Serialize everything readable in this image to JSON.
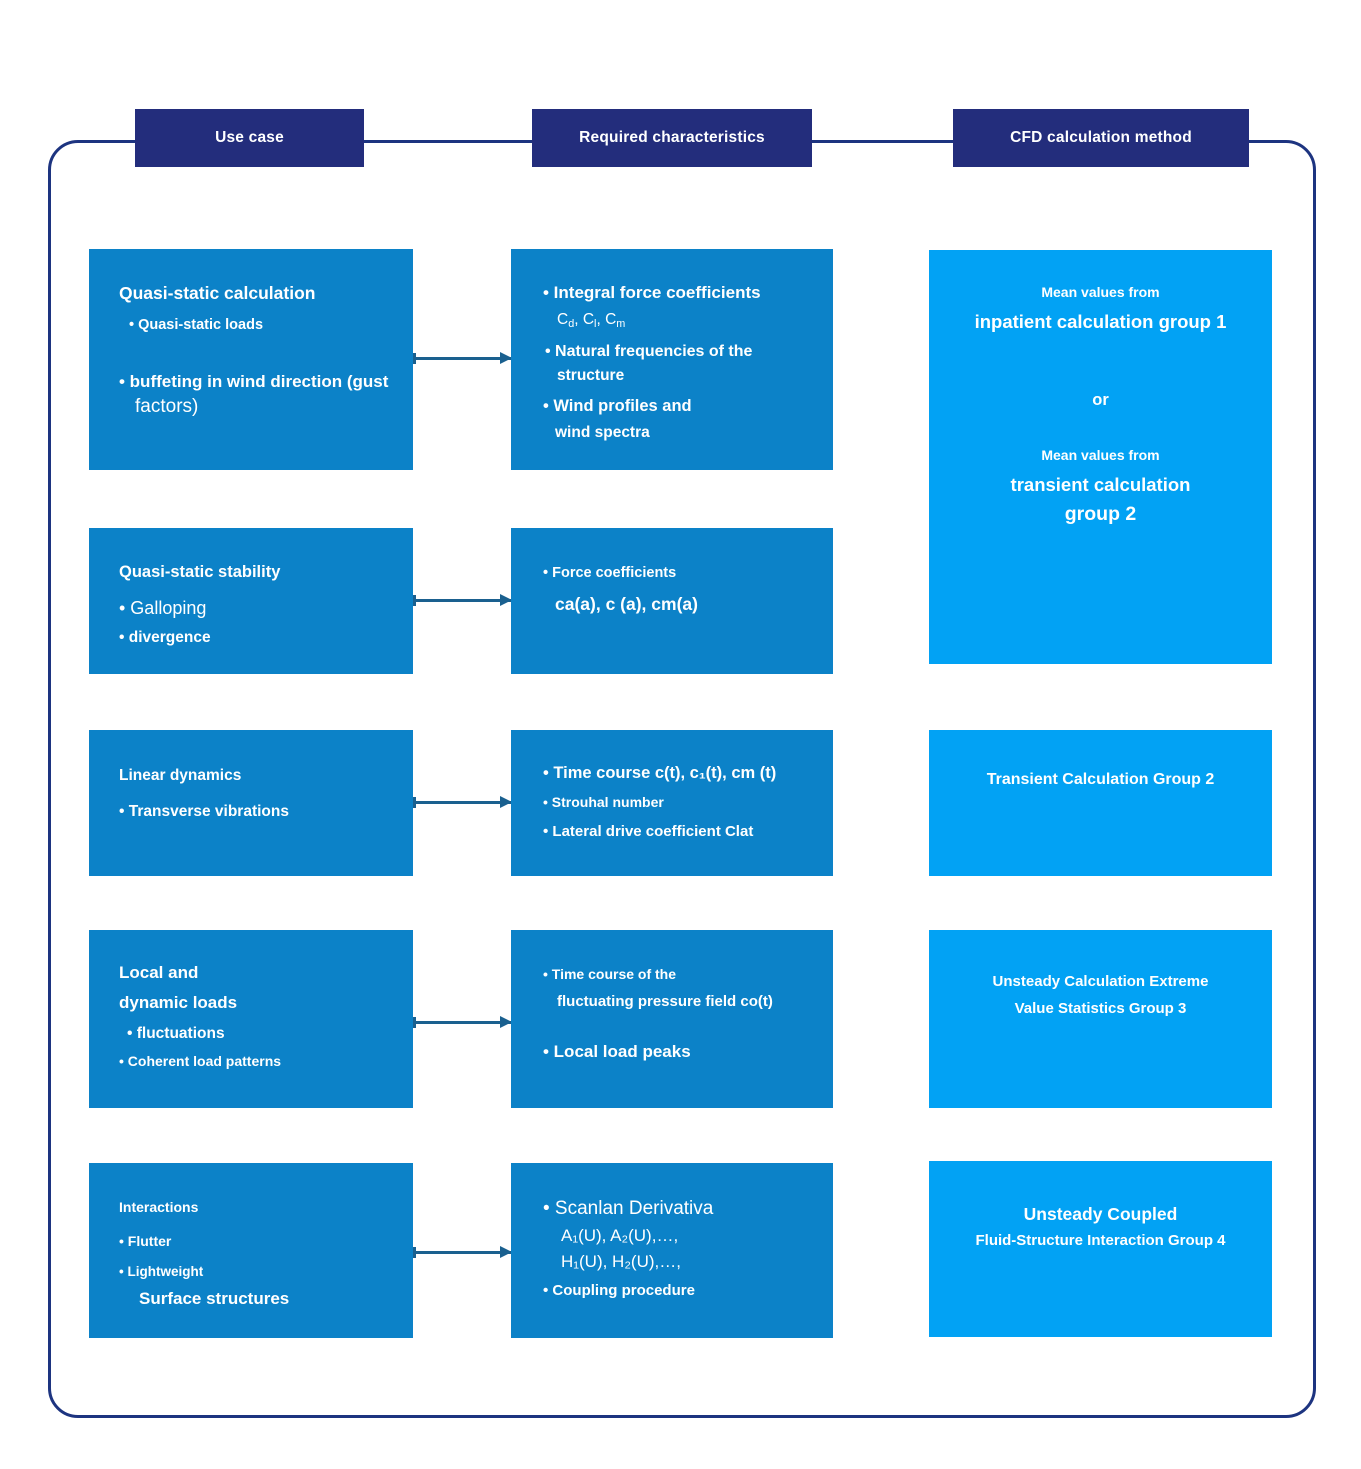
{
  "colors": {
    "header_bg": "#232d7c",
    "frame_border": "#1d3480",
    "box_blue": "#0c82c8",
    "box_azure": "#02a2f4",
    "arrow": "#1a608f",
    "text": "#ffffff"
  },
  "headers": {
    "use_case": "Use case",
    "required": "Required characteristics",
    "method": "CFD calculation method"
  },
  "rows": [
    {
      "use_case": {
        "l1": "Quasi-static calculation",
        "l2": "• Quasi-static loads",
        "l3": "• buffeting in wind direction (gust",
        "l4": "factors)"
      },
      "required": {
        "l1": "• Integral force coefficients",
        "coeffs_runs": [
          {
            "t": "C"
          },
          {
            "t": "d",
            "sub": true
          },
          {
            "t": ", C"
          },
          {
            "t": "l",
            "sub": true
          },
          {
            "t": ", C"
          },
          {
            "t": "m",
            "sub": true
          }
        ],
        "l3": "• Natural frequencies of the",
        "l4": "structure",
        "l5": "• Wind profiles and",
        "l6": "wind spectra"
      },
      "method": {
        "l1": "Mean values from",
        "l2": "inpatient calculation group 1",
        "l3": "or",
        "l4": "Mean values from",
        "l5": "transient calculation",
        "l6": "group 2"
      }
    },
    {
      "use_case": {
        "l1": "Quasi-static stability",
        "l2": "• Galloping",
        "l3": "• divergence"
      },
      "required": {
        "l1": "• Force coefficients",
        "l2": "ca(a), c (a), cm(a)"
      }
    },
    {
      "use_case": {
        "l1": "Linear dynamics",
        "l2": "• Transverse vibrations"
      },
      "required": {
        "l1": "• Time course c(t), c₁(t), cm (t)",
        "l2": "• Strouhal number",
        "l3": "• Lateral drive coefficient Clat"
      },
      "method": {
        "l1": "Transient Calculation Group 2"
      }
    },
    {
      "use_case": {
        "l1": "Local and",
        "l2": "dynamic loads",
        "l3": "• fluctuations",
        "l4": "• Coherent load patterns"
      },
      "required": {
        "l1": "• Time course of the",
        "l2": "fluctuating pressure field co(t)",
        "l3": "• Local load peaks"
      },
      "method": {
        "l1": "Unsteady Calculation Extreme",
        "l2": "Value Statistics Group 3"
      }
    },
    {
      "use_case": {
        "l1": "Interactions",
        "l2": "• Flutter",
        "l3": "• Lightweight",
        "l4": "Surface structures"
      },
      "required": {
        "l1": "• Scanlan Derivativa",
        "l2": "A₁(U), A₂(U),…,",
        "l3": "H₁(U), H₂(U),…,",
        "l4": "• Coupling procedure"
      },
      "method": {
        "l1": "Unsteady Coupled",
        "l2": "Fluid-Structure Interaction Group 4"
      }
    }
  ]
}
